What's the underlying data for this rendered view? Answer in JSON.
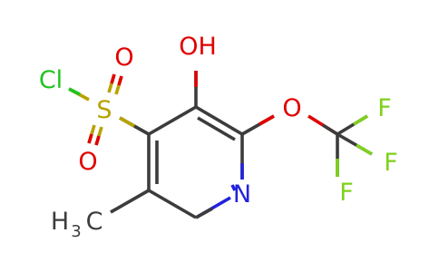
{
  "molecule": {
    "atoms": {
      "chlorine": "Cl",
      "sulfur": "S",
      "sulfonyl_oxygen_top": "O",
      "sulfonyl_oxygen_bottom": "O",
      "hydroxyl": "OH",
      "ether_oxygen": "O",
      "ring_nitrogen": "N",
      "fluorine_top": "F",
      "fluorine_right": "F",
      "fluorine_bottom": "F",
      "methyl_prefix": "H",
      "methyl_subscript": "3",
      "methyl_suffix": "C"
    }
  },
  "colors": {
    "carbon_bond": "#3c3c3c",
    "chlorine": "#1ec41e",
    "sulfur": "#b8a200",
    "oxygen": "#e10000",
    "nitrogen": "#2222dd",
    "fluorine": "#7fd01e",
    "methyl": "#3c3c3c"
  }
}
